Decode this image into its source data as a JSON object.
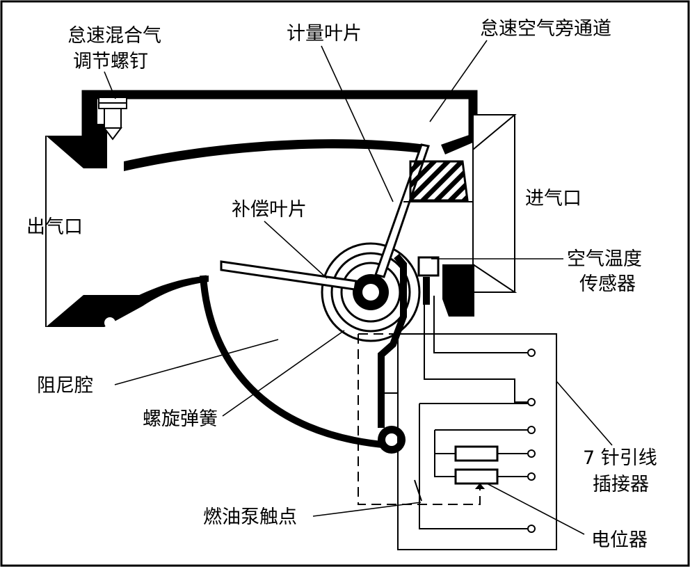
{
  "labels": {
    "idle_mix_screw_1": "怠速混合气",
    "idle_mix_screw_2": "调节螺钉",
    "metering_vane": "计量叶片",
    "idle_bypass": "怠速空气旁通道",
    "outlet": "出气口",
    "inlet": "进气口",
    "compensation_vane": "补偿叶片",
    "temp_sensor_1": "空气温度",
    "temp_sensor_2": "传感器",
    "damping_chamber": "阻尼腔",
    "spiral_spring": "螺旋弹簧",
    "connector_1": "7 针引线",
    "connector_2": "插接器",
    "fuel_pump_contact": "燃油泵触点",
    "potentiometer": "电位器"
  }
}
